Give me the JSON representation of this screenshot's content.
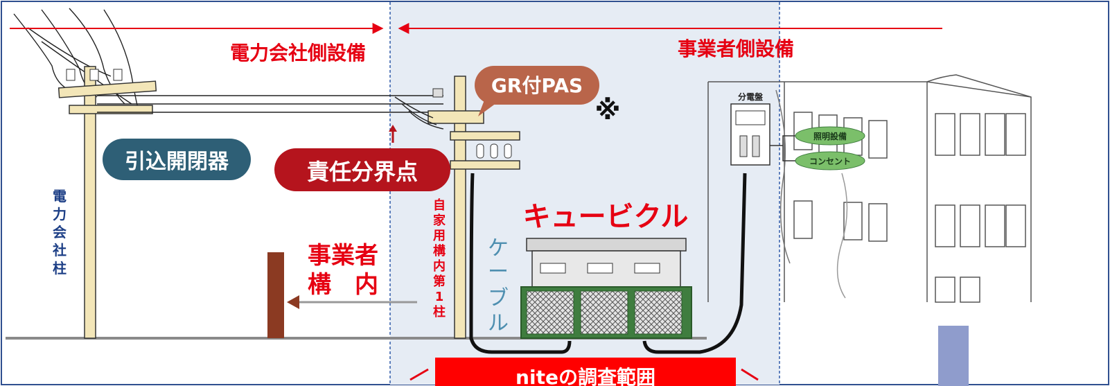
{
  "labels": {
    "power_company_side": "電力会社側設備",
    "operator_side": "事業者側設備",
    "gr_pas": "GR付PAS",
    "reference_mark": "※",
    "service_switch": "引込開閉器",
    "responsibility_point": "責任分界点",
    "power_company_pole": [
      "電",
      "力",
      "会",
      "社",
      "柱"
    ],
    "first_pole": [
      "自",
      "家",
      "用",
      "構",
      "内",
      "第",
      "1",
      "柱"
    ],
    "premises_line1": "事業者",
    "premises_line2": "構　内",
    "cable": [
      "ケ",
      "ー",
      "ブ",
      "ル"
    ],
    "cubicle": "キュービクル",
    "distribution_board": "分電盤",
    "lighting": "照明設備",
    "outlet": "コンセント",
    "survey_scope": "niteの調査範囲"
  },
  "colors": {
    "red_text": "#e60012",
    "navy_text": "#1d3f86",
    "boundary_line": "#2f5aa8",
    "shaded_zone": "#e6ecf4",
    "pas_bubble": "#b9654a",
    "switch_bubble": "#2e5f76",
    "boundary_bubble": "#b5141d",
    "arrow_red": "#e60012",
    "pole_fill": "#f3e6b8",
    "post_brown": "#8b3a22",
    "cubicle_green": "#3f7d3f",
    "label_green": "#7bbf6a",
    "blue_box": "#8f9ccc"
  }
}
